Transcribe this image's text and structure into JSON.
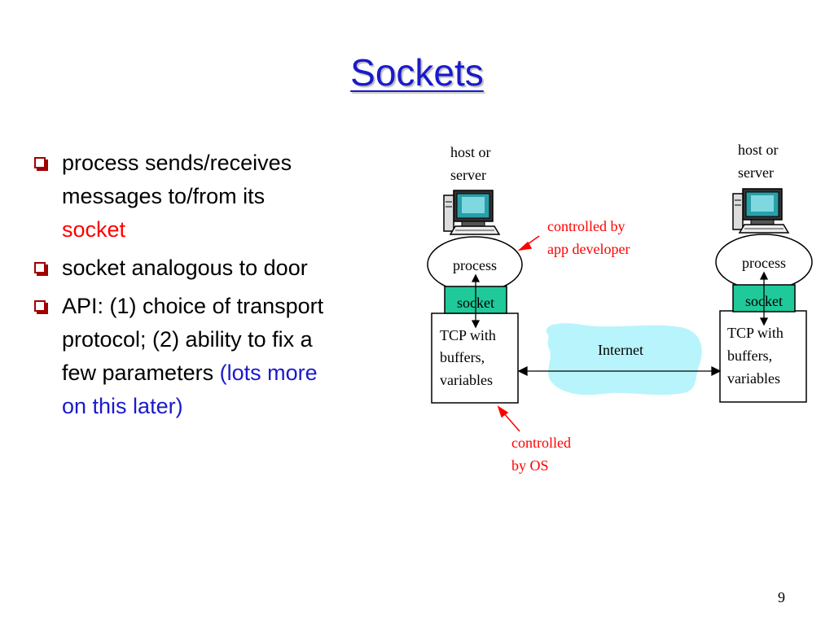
{
  "title": "Sockets",
  "bullets": {
    "b1_line1": "process sends/receives",
    "b1_line2": "messages to/from its",
    "b1_line3": "socket",
    "b2": "socket analogous to door",
    "b3_line1": "API: (1) choice of transport",
    "b3_line2": "protocol; (2) ability to fix a",
    "b3_line3": "few parameters",
    "b3_line3_note": "(lots more",
    "b3_line4": "on  this later)"
  },
  "diagram": {
    "left_host_line1": "host or",
    "left_host_line2": "server",
    "right_host_line1": "host or",
    "right_host_line2": "server",
    "left_process": "process",
    "right_process": "process",
    "left_socket": "socket",
    "right_socket": "socket",
    "left_tcp_line1": "TCP with",
    "left_tcp_line2": "buffers,",
    "left_tcp_line3": "variables",
    "right_tcp_line1": "TCP with",
    "right_tcp_line2": "buffers,",
    "right_tcp_line3": "variables",
    "internet": "Internet",
    "app_note_line1": "controlled by",
    "app_note_line2": "app developer",
    "os_note_line1": "controlled",
    "os_note_line2": "by OS",
    "colors": {
      "socket_fill": "#1fc99a",
      "internet_cloud": "#b8f4fb",
      "annotation": "#ff0000"
    }
  },
  "page_number": "9"
}
